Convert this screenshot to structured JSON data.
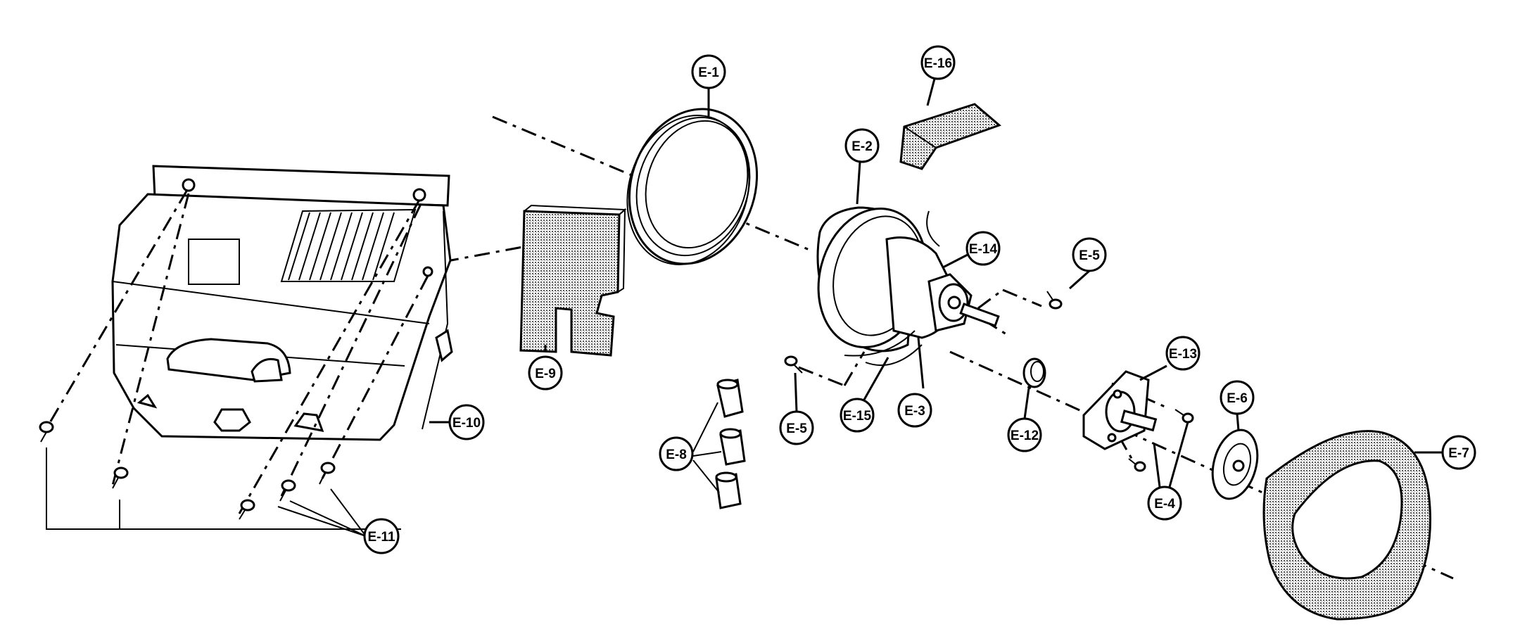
{
  "callouts": [
    {
      "id": "E-1"
    },
    {
      "id": "E-2"
    },
    {
      "id": "E-3"
    },
    {
      "id": "E-4"
    },
    {
      "id": "E-5"
    },
    {
      "id": "E-5"
    },
    {
      "id": "E-6"
    },
    {
      "id": "E-7"
    },
    {
      "id": "E-8"
    },
    {
      "id": "E-9"
    },
    {
      "id": "E-10"
    },
    {
      "id": "E-11"
    },
    {
      "id": "E-12"
    },
    {
      "id": "E-13"
    },
    {
      "id": "E-14"
    },
    {
      "id": "E-15"
    },
    {
      "id": "E-16"
    }
  ],
  "colors": {
    "line": "#000000",
    "background": "#ffffff",
    "pad_fill": "#b5b5b5"
  }
}
